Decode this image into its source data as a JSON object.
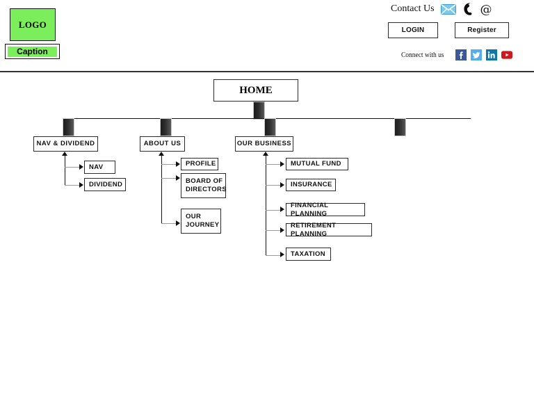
{
  "header": {
    "logo": {
      "text": "LOGO",
      "bg": "#7CEE5C"
    },
    "caption": {
      "text": "Caption",
      "bg": "#7CEE5C"
    },
    "contact": {
      "label": "Contact Us",
      "icons": [
        "envelope-icon",
        "phone-icon",
        "at-icon"
      ]
    },
    "buttons": {
      "login": "LOGIN",
      "register": "Register"
    },
    "connect": {
      "label": "Connect with us",
      "networks": [
        {
          "name": "facebook",
          "color": "#3B5998"
        },
        {
          "name": "twitter",
          "color": "#55ACEE"
        },
        {
          "name": "linkedin",
          "color": "#0077B5"
        },
        {
          "name": "youtube",
          "color": "#CC181E"
        }
      ]
    }
  },
  "sitemap": {
    "root": {
      "label": "HOME"
    },
    "branches": [
      {
        "label": "NAV & DIVIDEND",
        "children": [
          {
            "label": "NAV"
          },
          {
            "label": "DIVIDEND"
          }
        ]
      },
      {
        "label": "ABOUT US",
        "children": [
          {
            "label": "PROFILE"
          },
          {
            "label": "BOARD OF DIRECTORS"
          },
          {
            "label": "OUR JOURNEY"
          }
        ]
      },
      {
        "label": "OUR BUSINESS",
        "children": [
          {
            "label": "MUTUAL FUND"
          },
          {
            "label": "INSURANCE"
          },
          {
            "label": "FINANCIAL PLANNING"
          },
          {
            "label": "RETIREMENT PLANNING"
          },
          {
            "label": "TAXATION"
          }
        ]
      },
      {
        "label": "",
        "children": []
      }
    ]
  }
}
